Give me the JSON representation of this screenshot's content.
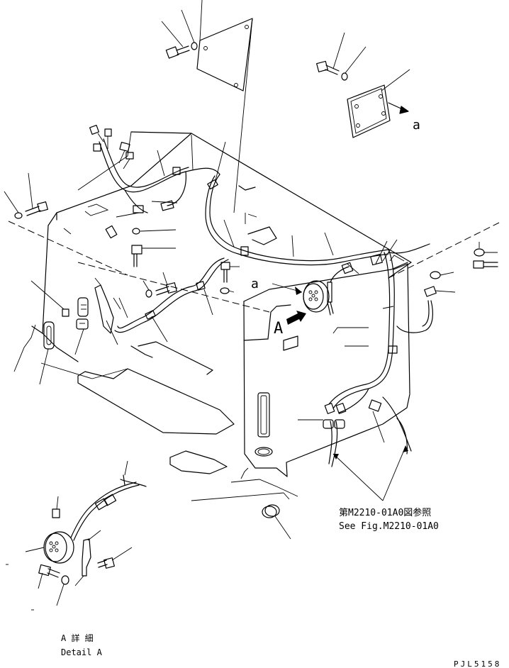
{
  "reference_note": {
    "jp": "第M2210-01A0図参照",
    "en": "See Fig.M2210-01A0"
  },
  "view_labels": {
    "view_a_upper": "a",
    "view_a_lower": "a",
    "view_big_a": "A"
  },
  "detail_caption": {
    "jp": "A 詳 細",
    "en": "Detail A"
  },
  "drawing_code": "PJL5158"
}
